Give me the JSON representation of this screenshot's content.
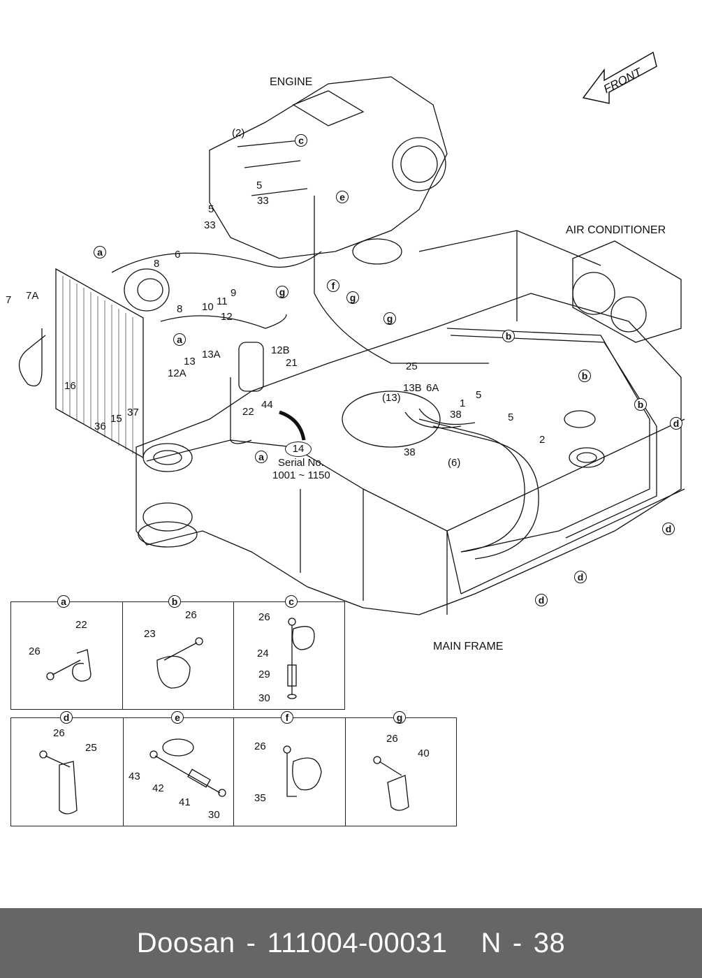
{
  "diagram": {
    "section_labels": {
      "engine": "ENGINE",
      "air_conditioner": "AIR CONDITIONER",
      "main_frame": "MAIN FRAME",
      "front": "FRONT"
    },
    "serial": {
      "part": "14",
      "label": "Serial No.",
      "range": "1001 ~ 1150"
    },
    "callouts": {
      "p2_paren": "(2)",
      "p5a": "5",
      "p5b": "5",
      "p5c": "5",
      "p5d": "5",
      "p33a": "33",
      "p33b": "33",
      "p6": "6",
      "p8a": "8",
      "p8b": "8",
      "p9": "9",
      "p10": "10",
      "p11": "11",
      "p12": "12",
      "p12a": "12A",
      "p12b": "12B",
      "p13": "13",
      "p13a": "13A",
      "p13b": "13B",
      "p13_paren": "(13)",
      "p7": "7",
      "p7a": "7A",
      "p16": "16",
      "p15": "15",
      "p36": "36",
      "p37": "37",
      "p21": "21",
      "p22": "22",
      "p44": "44",
      "p25": "25",
      "p6a": "6A",
      "p1": "1",
      "p38a": "38",
      "p38b": "38",
      "p6_paren": "(6)",
      "p2": "2"
    },
    "clamp_refs": {
      "a": "a",
      "b": "b",
      "c": "c",
      "d": "d",
      "e": "e",
      "f": "f",
      "g": "g"
    }
  },
  "detail_panels": {
    "row1": [
      {
        "key": "a",
        "labels": [
          "22",
          "26"
        ]
      },
      {
        "key": "b",
        "labels": [
          "26",
          "23"
        ]
      },
      {
        "key": "c",
        "labels": [
          "26",
          "24",
          "29",
          "30"
        ]
      }
    ],
    "row2": [
      {
        "key": "d",
        "labels": [
          "26",
          "25"
        ]
      },
      {
        "key": "e",
        "labels": [
          "43",
          "42",
          "41",
          "30"
        ]
      },
      {
        "key": "f",
        "labels": [
          "26",
          "35"
        ]
      },
      {
        "key": "g",
        "labels": [
          "26",
          "40"
        ]
      }
    ]
  },
  "footer": {
    "brand": "Doosan",
    "separator": "-",
    "part_number": "111004-00031",
    "page_prefix": "N",
    "page_number": "38"
  }
}
